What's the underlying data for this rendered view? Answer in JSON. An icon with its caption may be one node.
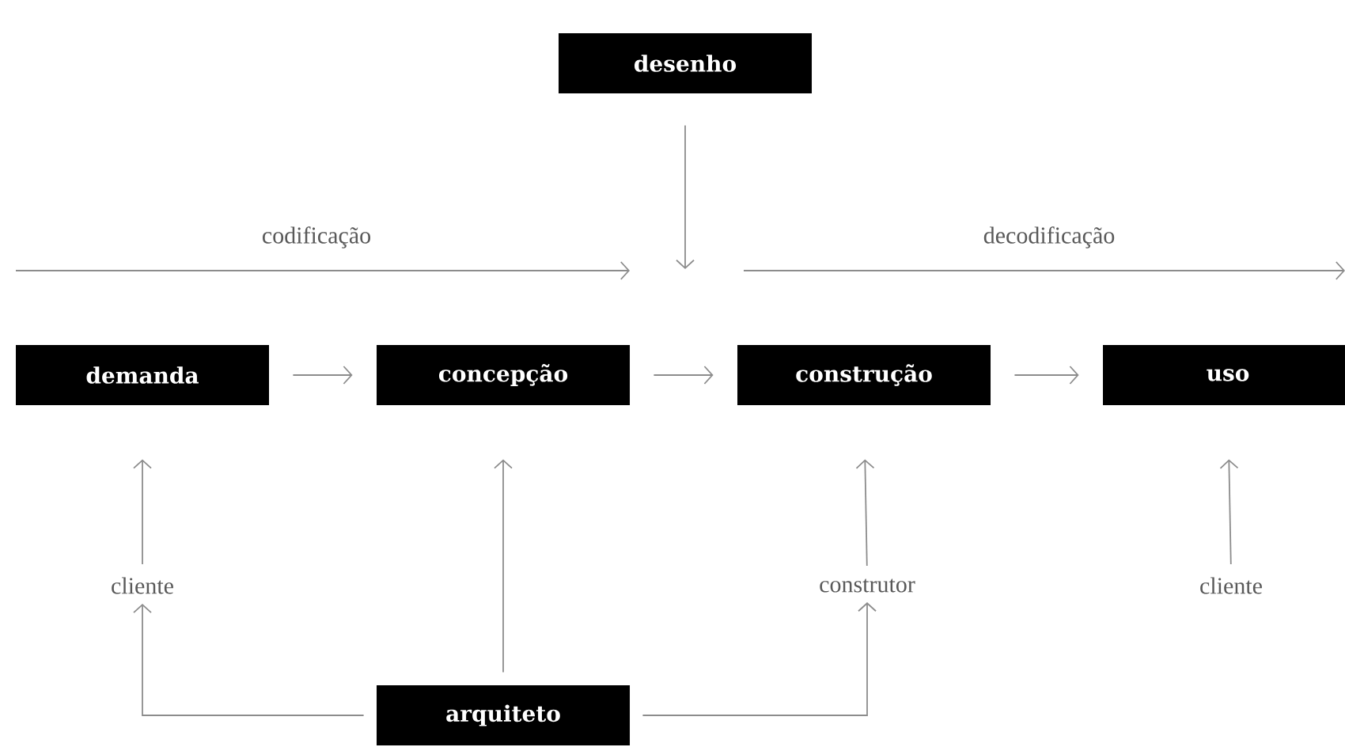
{
  "diagram": {
    "nodes": [
      {
        "text": [
          "desenho"
        ]
      },
      {
        "text": [
          "demanda"
        ]
      },
      {
        "text": [
          "concepção"
        ]
      },
      {
        "text": [
          "construção"
        ]
      },
      {
        "text": [
          "uso"
        ]
      },
      {
        "text": [
          "cliente"
        ]
      },
      {
        "text": [
          "construtor"
        ]
      },
      {
        "text": [
          "cliente"
        ]
      },
      {
        "text": [
          "arquiteto"
        ]
      }
    ],
    "edges": [
      {
        "from": 0,
        "to": null,
        "arrow": "to"
      },
      {
        "from": 1,
        "to": 2,
        "arrow": "to"
      },
      {
        "from": 2,
        "to": 3,
        "arrow": "to"
      },
      {
        "from": 3,
        "to": 4,
        "arrow": "to"
      },
      {
        "from": 5,
        "to": 1,
        "arrow": "to"
      },
      {
        "from": 8,
        "to": 2,
        "arrow": "to"
      },
      {
        "from": 6,
        "to": 3,
        "arrow": "to"
      },
      {
        "from": 7,
        "to": 4,
        "arrow": "to"
      },
      {
        "from": 8,
        "to": 5,
        "arrow": "to"
      },
      {
        "from": 8,
        "to": 6,
        "arrow": "to"
      }
    ],
    "labels": [
      "codificação",
      "decodificação"
    ]
  }
}
